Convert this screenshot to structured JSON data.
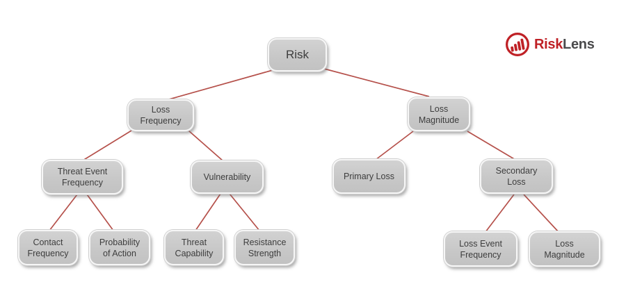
{
  "colors": {
    "background": "#ffffff",
    "edge": "#b5504a",
    "node_fill": "#c9c9c9",
    "node_border": "#f6f6f6",
    "node_text": "#3d3d3d",
    "brand_red": "#bf2126",
    "brand_dark": "#4a4a4c"
  },
  "logo": {
    "icon": "bar-chart-circle-icon",
    "risk": "Risk",
    "lens": "Lens"
  },
  "nodes": {
    "risk": {
      "label": "Risk"
    },
    "loss_frequency": {
      "label": "Loss\nFrequency"
    },
    "loss_magnitude": {
      "label": "Loss\nMagnitude"
    },
    "threat_event_frequency": {
      "label": "Threat Event\nFrequency"
    },
    "vulnerability": {
      "label": "Vulnerability"
    },
    "primary_loss": {
      "label": "Primary Loss"
    },
    "secondary_loss": {
      "label": "Secondary\nLoss"
    },
    "contact_frequency": {
      "label": "Contact\nFrequency"
    },
    "probability_of_action": {
      "label": "Probability\nof Action"
    },
    "threat_capability": {
      "label": "Threat\nCapability"
    },
    "resistance_strength": {
      "label": "Resistance\nStrength"
    },
    "loss_event_frequency": {
      "label": "Loss Event\nFrequency"
    },
    "loss_magnitude_bottom": {
      "label": "Loss\nMagnitude"
    }
  },
  "tree": {
    "root": "Risk",
    "edges": [
      {
        "from": "Risk",
        "to": "Loss Frequency"
      },
      {
        "from": "Risk",
        "to": "Loss Magnitude"
      },
      {
        "from": "Loss Frequency",
        "to": "Threat Event Frequency"
      },
      {
        "from": "Loss Frequency",
        "to": "Vulnerability"
      },
      {
        "from": "Loss Magnitude",
        "to": "Primary Loss"
      },
      {
        "from": "Loss Magnitude",
        "to": "Secondary Loss"
      },
      {
        "from": "Threat Event Frequency",
        "to": "Contact Frequency"
      },
      {
        "from": "Threat Event Frequency",
        "to": "Probability of Action"
      },
      {
        "from": "Vulnerability",
        "to": "Threat Capability"
      },
      {
        "from": "Vulnerability",
        "to": "Resistance Strength"
      },
      {
        "from": "Secondary Loss",
        "to": "Loss Event Frequency"
      },
      {
        "from": "Secondary Loss",
        "to": "Loss Magnitude"
      }
    ]
  }
}
